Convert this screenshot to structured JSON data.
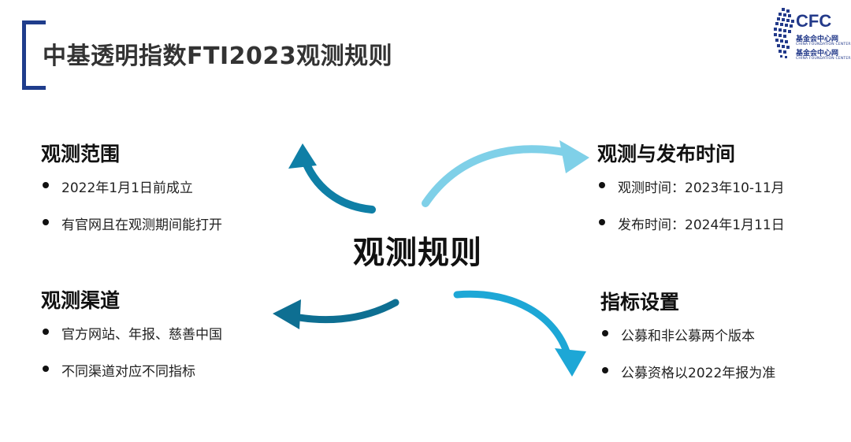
{
  "title": "中基透明指数FTI2023观测规则",
  "logo": {
    "wordmark": "CFC",
    "cn": "基金会中心网",
    "en": "CHINA FOUNDATION CENTER",
    "cn2": "基金会中心网",
    "en2": "CHINA FOUNDATION CENTER"
  },
  "center": "观测规则",
  "sections": {
    "scope": {
      "title": "观测范围",
      "items": [
        "2022年1月1日前成立",
        "有官网且在观测期间能打开"
      ]
    },
    "time": {
      "title": "观测与发布时间",
      "items": [
        "观测时间：2023年10-11月",
        "发布时间：2024年1月11日"
      ]
    },
    "channel": {
      "title": "观测渠道",
      "items": [
        "官方网站、年报、慈善中国",
        "不同渠道对应不同指标"
      ]
    },
    "index": {
      "title": "指标设置",
      "items": [
        "公募和非公募两个版本",
        "公募资格以2022年报为准"
      ]
    }
  },
  "colors": {
    "bracket": "#1f3d8c",
    "arrow_scope": "#0f7fa6",
    "arrow_time": "#7fd0e8",
    "arrow_channel": "#0e6f92",
    "arrow_index": "#1da7d6"
  }
}
